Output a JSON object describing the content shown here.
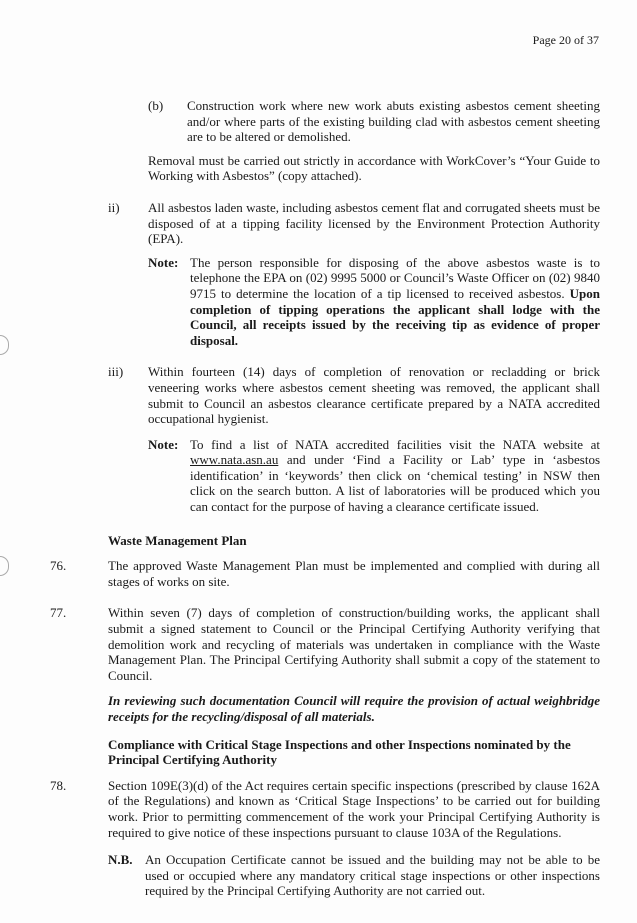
{
  "page_number": "Page 20 of 37",
  "b_item": {
    "label": "(b)",
    "text": "Construction work where new work abuts existing asbestos cement sheeting and/or where parts of the existing building clad with asbestos cement sheeting are to be altered or demolished."
  },
  "removal": "Removal must be carried out strictly in accordance with WorkCover’s “Your Guide to Working with Asbestos” (copy attached).",
  "ii": {
    "label": "ii)",
    "text": "All asbestos laden waste, including asbestos cement flat and corrugated sheets must be disposed of at a tipping facility licensed by the Environment Protection Authority (EPA).",
    "note_label": "Note:",
    "note_text": "The person responsible for disposing of the above asbestos waste is to telephone the EPA on (02) 9995 5000 or Council’s Waste Officer on (02) 9840 9715 to determine the location of a tip licensed to received asbestos.",
    "note_bold": "Upon completion of tipping operations the applicant shall lodge with the Council, all receipts issued by the receiving tip as evidence of proper disposal."
  },
  "iii": {
    "label": "iii)",
    "text": "Within fourteen (14) days of completion of renovation or recladding or brick veneering works where asbestos cement sheeting was removed, the applicant shall submit to Council an asbestos clearance certificate prepared by a NATA accredited occupational hygienist.",
    "note_label": "Note:",
    "note_pre": "To find a list of NATA accredited facilities visit the NATA website at",
    "note_link": "www.nata.asn.au",
    "note_post": "and under ‘Find a Facility or Lab’ type in ‘asbestos identification’ in ‘keywords’ then click on ‘chemical testing’ in NSW then click on the search button.  A list of laboratories will be produced which you can contact for the purpose of having a clearance certificate issued."
  },
  "waste_heading": "Waste Management Plan",
  "c76": {
    "label": "76.",
    "text": "The approved Waste Management Plan must be implemented and complied with during all stages of works on site."
  },
  "c77": {
    "label": "77.",
    "text": "Within seven (7) days of completion of construction/building works, the applicant shall submit a signed statement to Council or the Principal Certifying Authority verifying that demolition work and recycling of materials was undertaken in compliance with the Waste Management Plan. The Principal Certifying Authority shall submit a copy of the statement to Council.",
    "italic": "In reviewing such documentation Council will require the provision of actual weighbridge receipts for the recycling/disposal of all materials."
  },
  "compliance_heading": "Compliance with Critical Stage Inspections and other Inspections nominated by the Principal Certifying Authority",
  "c78": {
    "label": "78.",
    "text": "Section 109E(3)(d) of the Act requires certain specific inspections (prescribed by clause 162A of the Regulations) and known as ‘Critical Stage Inspections’ to be carried out for building work.  Prior to permitting commencement of the work your Principal Certifying Authority is required to give notice of these inspections pursuant to clause 103A of the Regulations.",
    "nb_label": "N.B.",
    "nb_text": "An Occupation Certificate cannot be issued and the building may not be able to be used or occupied where any mandatory critical stage inspections or other inspections required by the Principal Certifying Authority are not carried out."
  }
}
